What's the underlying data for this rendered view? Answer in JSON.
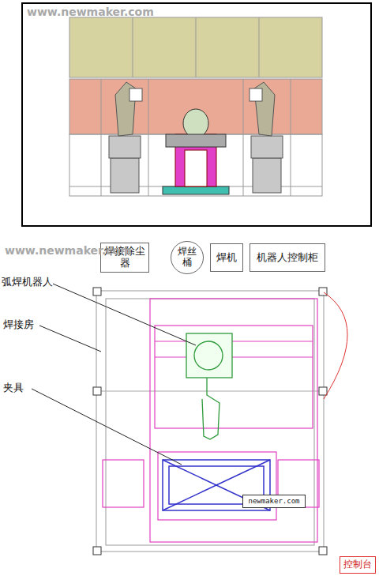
{
  "diagram": {
    "nodes": [
      {
        "text": [
          "焊接除尘器"
        ]
      },
      {
        "text": [
          "焊丝桶"
        ]
      },
      {
        "text": [
          "焊机"
        ]
      },
      {
        "text": [
          "机器人控制柜"
        ]
      },
      {
        "text": [
          "newmaker.com"
        ]
      },
      {
        "text": [
          "控制台"
        ]
      }
    ],
    "labels": [
      "www.newmaker.com",
      "www.newmaker.com",
      "弧焊机器人",
      "焊接房",
      "夹具"
    ]
  }
}
